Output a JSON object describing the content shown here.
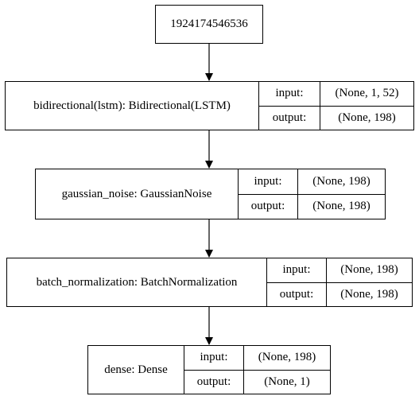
{
  "input_node": {
    "label": "1924174546536"
  },
  "layers": [
    {
      "name": "bidirectional(lstm): Bidirectional(LSTM)",
      "input_label": "input:",
      "output_label": "output:",
      "input_shape": "(None, 1, 52)",
      "output_shape": "(None, 198)"
    },
    {
      "name": "gaussian_noise: GaussianNoise",
      "input_label": "input:",
      "output_label": "output:",
      "input_shape": "(None, 198)",
      "output_shape": "(None, 198)"
    },
    {
      "name": "batch_normalization: BatchNormalization",
      "input_label": "input:",
      "output_label": "output:",
      "input_shape": "(None, 198)",
      "output_shape": "(None, 198)"
    },
    {
      "name": "dense: Dense",
      "input_label": "input:",
      "output_label": "output:",
      "input_shape": "(None, 198)",
      "output_shape": "(None, 1)"
    }
  ]
}
